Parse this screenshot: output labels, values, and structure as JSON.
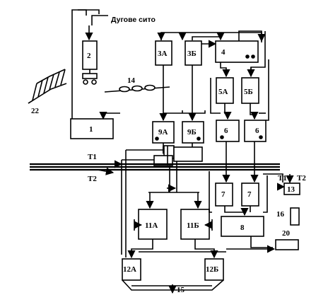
{
  "title": "Дугове сито",
  "boxes": {
    "b1": "1",
    "b2": "2",
    "b3a": "3А",
    "b3b": "3Б",
    "b4": "4",
    "b5a": "5А",
    "b5b": "5Б",
    "b6a": "6",
    "b6b": "6",
    "b7a": "7",
    "b7b": "7",
    "b8": "8",
    "b9a": "9А",
    "b9b": "9Б",
    "b11a": "11А",
    "b11b": "11Б",
    "b12a": "12А",
    "b12b": "12Б",
    "b13": "13",
    "b16": "16",
    "b20": "20"
  },
  "labels": {
    "n14": "14",
    "n15": "15",
    "n22": "22",
    "t1_left": "Т1",
    "t2_left": "Т2",
    "t1_right": "Т1",
    "t2_right": "Т2"
  }
}
